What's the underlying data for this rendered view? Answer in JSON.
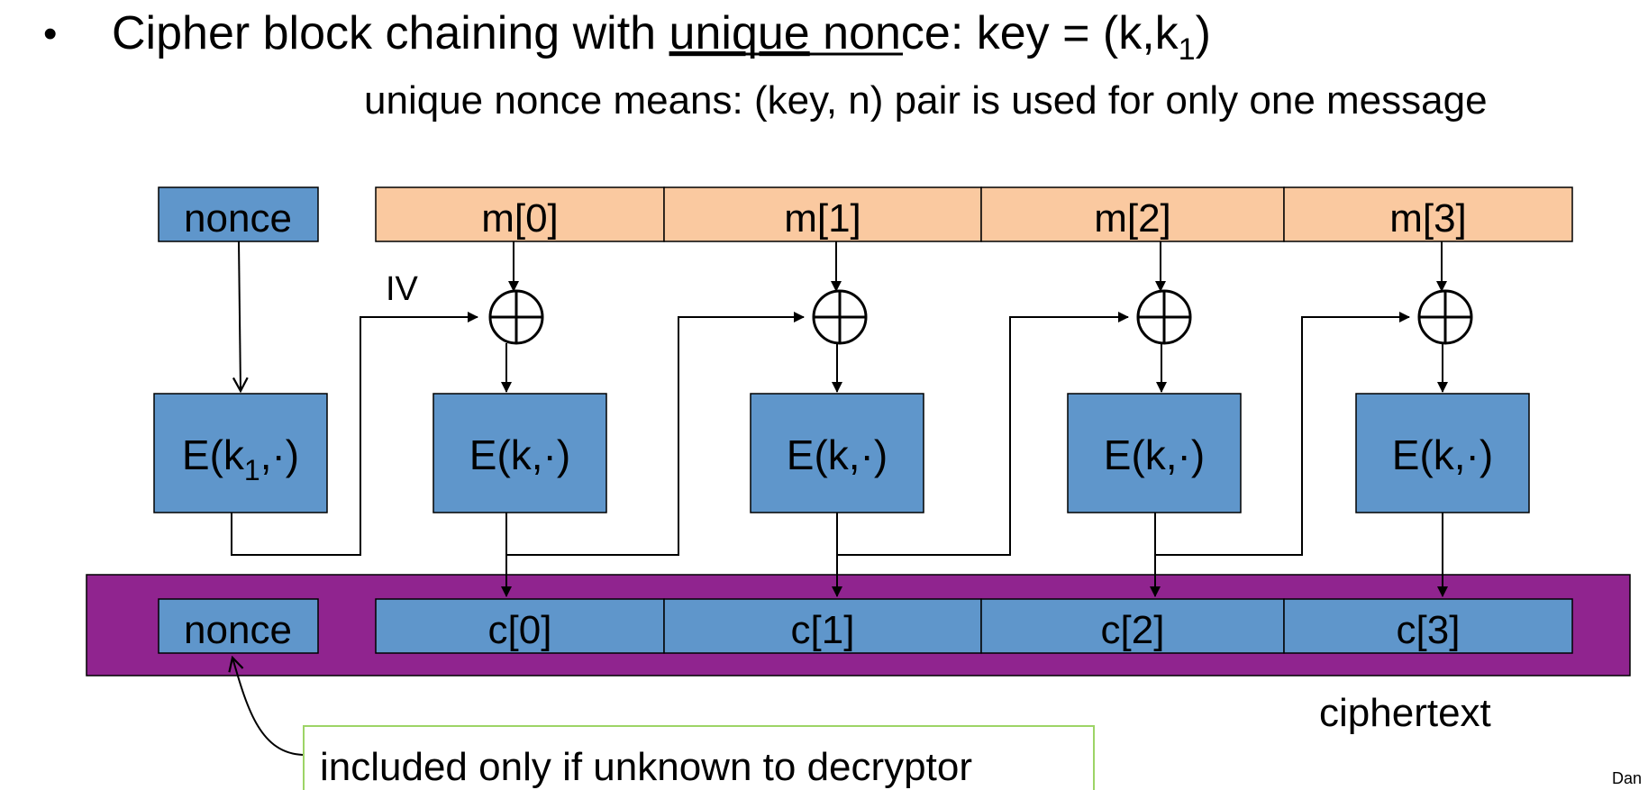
{
  "header": {
    "bullet": "•",
    "title_prefix": "Cipher block chaining with ",
    "title_emph": "unique",
    "title_suffix": " nonce:   key = (k,k",
    "title_sub": "1",
    "title_close": ")",
    "subtitle": "unique nonce means:   (key, n)  pair is used for only one message"
  },
  "diagram": {
    "nonce_in": "nonce",
    "iv_label": "IV",
    "messages": [
      "m[0]",
      "m[1]",
      "m[2]",
      "m[3]"
    ],
    "enc_k1": {
      "pre": "E(k",
      "sub": "1",
      "post": ",·)"
    },
    "enc_blocks": [
      "E(k,·)",
      "E(k,·)",
      "E(k,·)",
      "E(k,·)"
    ],
    "nonce_out": "nonce",
    "ciphertexts": [
      "c[0]",
      "c[1]",
      "c[2]",
      "c[3]"
    ],
    "ciphertext_label": "ciphertext",
    "callout": "included only if unknown to decryptor",
    "author": "Dan"
  },
  "colors": {
    "message_fill": "#fac9a0",
    "block_fill": "#5f96cb",
    "ciphertext_band": "#90248f",
    "callout_border": "#9dd466"
  }
}
